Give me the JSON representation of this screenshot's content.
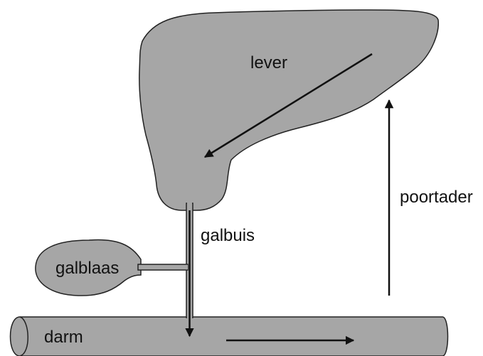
{
  "labels": {
    "liver": "lever",
    "bile_duct": "galbuis",
    "gallbladder": "galblaas",
    "intestine": "darm",
    "portal_vein": "poortader"
  },
  "colors": {
    "organ_fill": "#a6a6a6",
    "outline": "#222222",
    "arrow": "#111111",
    "background": "#ffffff"
  }
}
